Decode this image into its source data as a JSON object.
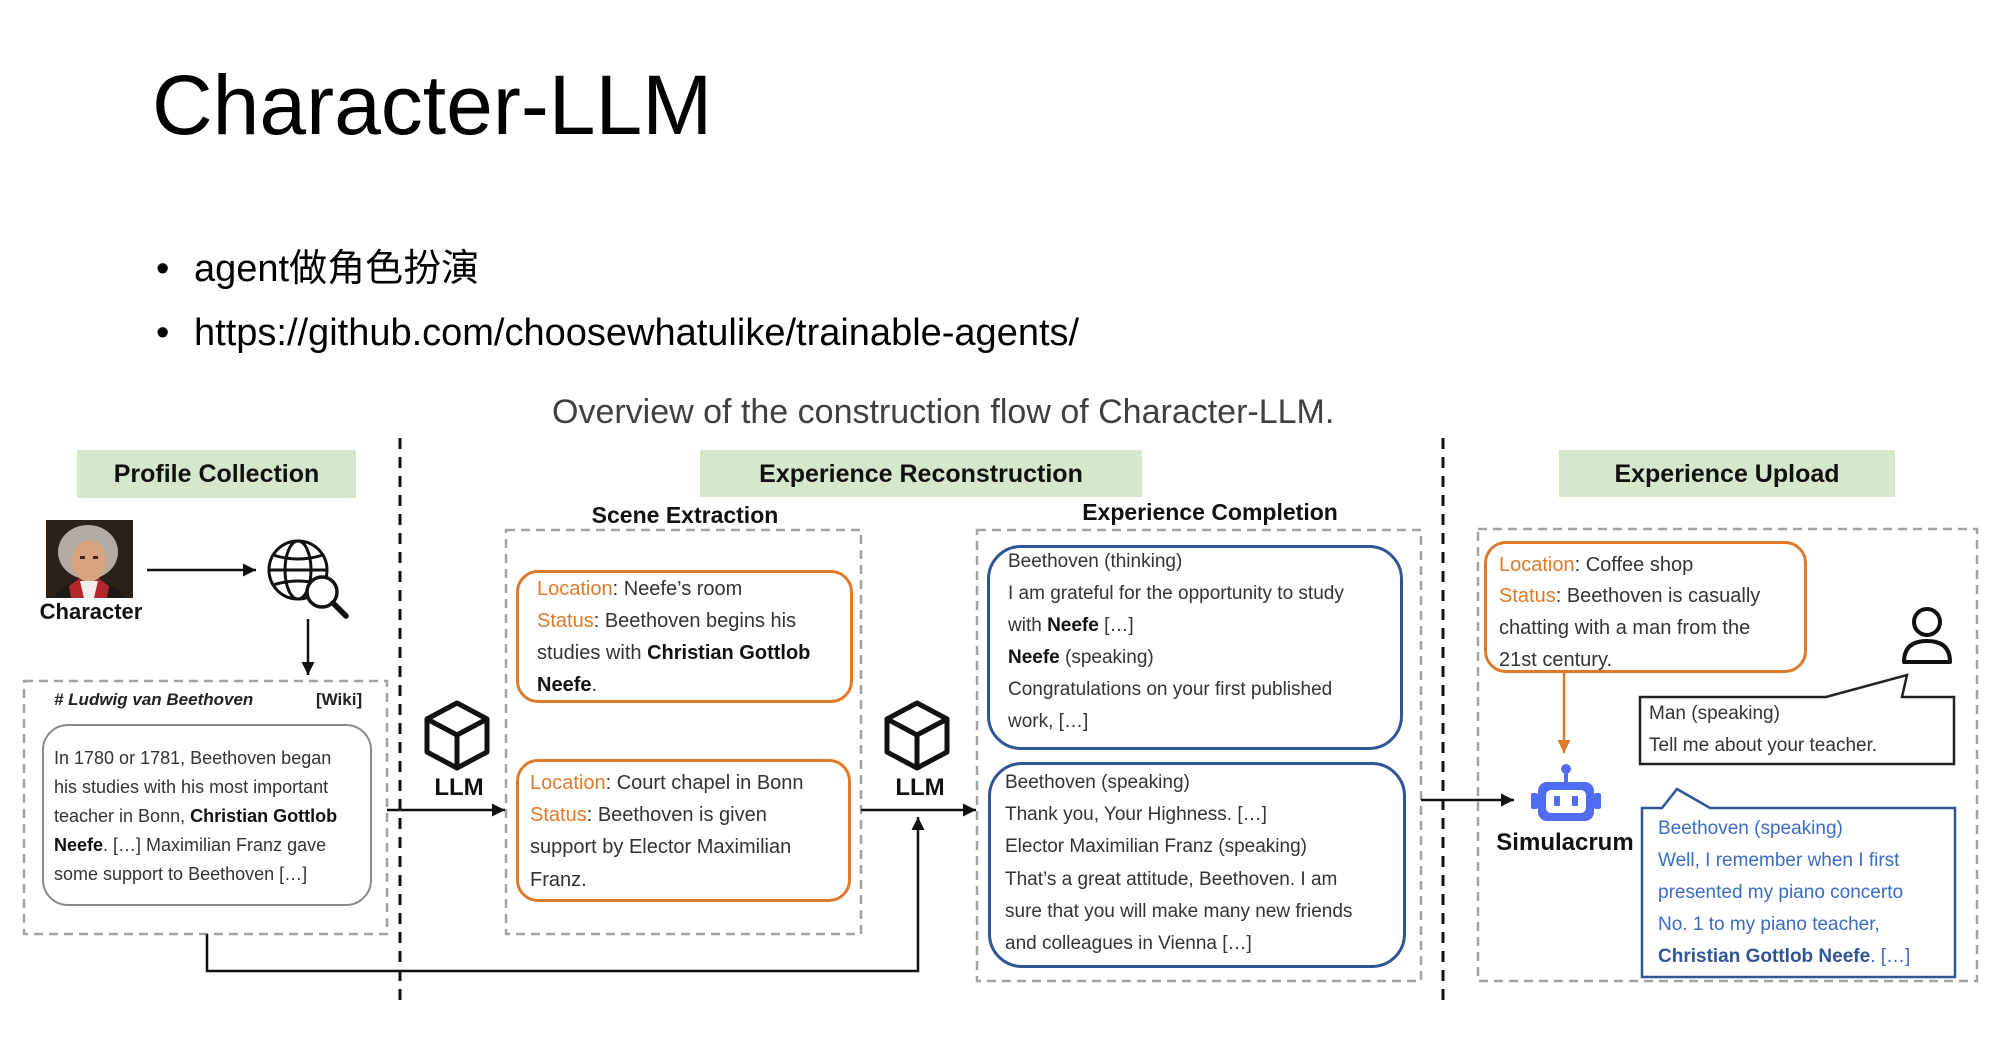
{
  "slide": {
    "title": "Character-LLM",
    "bullet_glyph": "•",
    "bullets": [
      "agent做角色扮演",
      "https://github.com/choosewhatulike/trainable-agents/"
    ]
  },
  "diagram": {
    "caption": "Overview of the construction flow of Character-LLM.",
    "colors": {
      "orange": "#e07a2b",
      "blue": "#2f5597",
      "blue_text": "#3b6cc1",
      "green": "#d5e8cc",
      "robot": "#4f6cf2"
    },
    "icons": {
      "character": "beethoven-portrait",
      "search": "globe-search-icon",
      "llm": "cube-icon",
      "agent": "robot-icon",
      "user": "user-icon"
    },
    "sections": {
      "profile_collection": "Profile Collection",
      "experience_reconstruction": "Experience Reconstruction",
      "experience_upload": "Experience Upload"
    },
    "character_label": "Character",
    "profile": {
      "heading": "# Ludwig van Beethoven",
      "source": "[Wiki]",
      "lines": [
        [
          "In 1780 or 1781, Beethoven began"
        ],
        [
          "his studies with his most important"
        ],
        [
          "teacher in Bonn, ",
          "Christian Gottlob"
        ],
        [
          "Neefe",
          ". […] Maximilian Franz gave"
        ],
        [
          "some support to Beethoven […]"
        ]
      ]
    },
    "llm_label": "LLM",
    "scene_extraction": {
      "title": "Scene Extraction",
      "scenes": [
        {
          "lines": [
            [
              "Location",
              ": Neefe’s room"
            ],
            [
              "Status",
              ": Beethoven begins his"
            ],
            [
              "studies with ",
              "Christian Gottlob"
            ],
            [
              "Neefe",
              "."
            ]
          ]
        },
        {
          "lines": [
            [
              "Location",
              ": Court chapel in Bonn"
            ],
            [
              "Status",
              ": Beethoven is given"
            ],
            [
              "support by Elector Maximilian"
            ],
            [
              "Franz."
            ]
          ]
        }
      ]
    },
    "experience_completion": {
      "title": "Experience Completion",
      "dialogues": [
        {
          "lines": [
            [
              "Beethoven (thinking)"
            ],
            [
              "I am grateful for the opportunity to study"
            ],
            [
              "with ",
              "Neefe",
              " […]"
            ],
            [
              "Neefe",
              " (speaking)"
            ],
            [
              "Congratulations on your first published"
            ],
            [
              "work, […]"
            ]
          ]
        },
        {
          "lines": [
            [
              "Beethoven (speaking)"
            ],
            [
              "Thank you, Your Highness. […]"
            ],
            [
              "Elector Maximilian Franz (speaking)"
            ],
            [
              "That’s a great attitude, Beethoven. I am"
            ],
            [
              "sure that you will make many new friends"
            ],
            [
              "and colleagues in Vienna […]"
            ]
          ]
        }
      ]
    },
    "experience_upload": {
      "scene": {
        "lines": [
          [
            "Location",
            ": Coffee shop"
          ],
          [
            "Status",
            ": Beethoven is casually"
          ],
          [
            "chatting with a man from the"
          ],
          [
            "21st century."
          ]
        ]
      },
      "agent_label": "Simulacrum",
      "user_bubble": {
        "lines": [
          [
            "Man (speaking)"
          ],
          [
            "Tell me about your teacher."
          ]
        ]
      },
      "agent_bubble": {
        "lines": [
          [
            "Beethoven (speaking)"
          ],
          [
            "Well, I remember when I first"
          ],
          [
            "presented my piano concerto"
          ],
          [
            "No. 1 to my piano teacher,"
          ],
          [
            "Christian Gottlob Neefe",
            ". […]"
          ]
        ]
      }
    }
  }
}
